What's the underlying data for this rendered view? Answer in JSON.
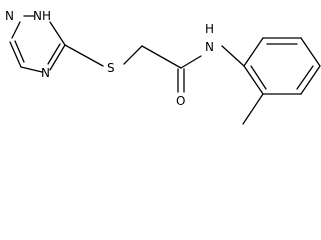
{
  "molecule": {
    "atoms": {
      "n_top_left": "N",
      "nh_ring": "NH",
      "nh_ring_h": "H",
      "n_bottom": "N",
      "sulfur": "S",
      "carbonyl_oxygen": "O",
      "amide_n": "N",
      "amide_h": "H"
    }
  }
}
